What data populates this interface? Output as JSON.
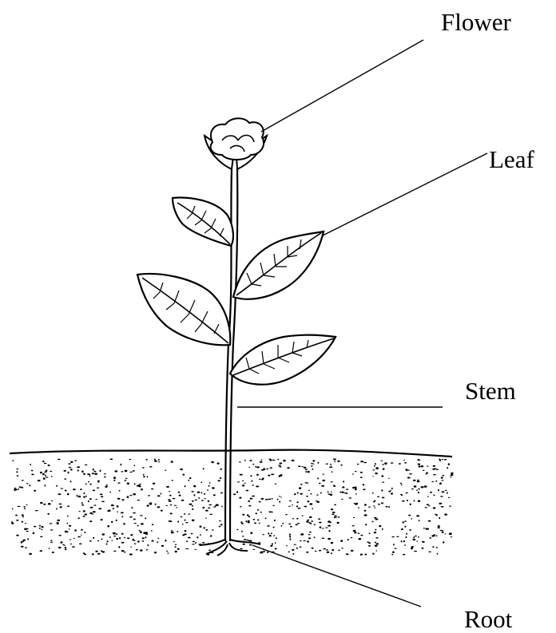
{
  "labels": {
    "flower": "Flower",
    "leaf": "Leaf",
    "stem": "Stem",
    "root": "Root"
  },
  "colors": {
    "ink": "#000000",
    "background": "#ffffff"
  }
}
